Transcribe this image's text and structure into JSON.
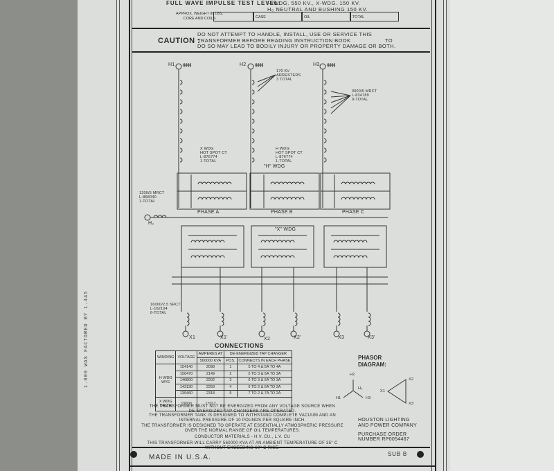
{
  "header": {
    "impulse_label": "FULL WAVE IMPULSE TEST LEVEL:",
    "impulse_value_1": "H-WDG. 550 KV., X-WDG. 150 KV.",
    "impulse_value_2": "H₀ NEUTRAL AND BUSHING 150 KV.",
    "weight_label": "APPROX. WEIGHT IN LBS.\nCORE AND COILS",
    "case_label": "CASE",
    "oil_label": "OIL",
    "total_label": "TOTAL"
  },
  "caution": {
    "title": "CAUTION :",
    "line1": "DO NOT ATTEMPT TO HANDLE, INSTALL, USE OR SERVICE THIS",
    "line2": "TRANSFORMER BEFORE READING INSTRUCTION BOOK                    TO",
    "line3": "DO SO MAY LEAD TO BODILY INJURY OR PROPERTY DAMAGE OR BOTH."
  },
  "diagram": {
    "h1": "H1",
    "h2": "H2",
    "h3": "H3",
    "h0": "H₀",
    "arresters": "170 KV\nARRESTERS\n3 TOTAL",
    "hv_ct": "3000/5 MRCT\nL-834789\n9-TOTAL",
    "x_wdg_ct": "X WDG\nHOT SPOT CT\nL-876774\n1-TOTAL",
    "h_wdg_ct": "H WDG\nHOT SPOT CT\nL-876774\n1-TOTAL",
    "h_wdg": "\"H\" WDG",
    "neutral_ct": "1200/5 MRCT\nL-868040\n1-TOTAL",
    "phase_a": "PHASE  A",
    "phase_b": "PHASE  B",
    "phase_c": "PHASE  C",
    "x_wdg": "\"X\" WDG",
    "lv_ct": "16000/2.5 SRCT\nL-162104\n6-TOTAL",
    "x1": "X1",
    "x1p": "X1'",
    "x2": "X2",
    "x2p": "X2'",
    "x3": "X3",
    "x3p": "X3'"
  },
  "connections": {
    "title": "CONNECTIONS",
    "head_winding": "WINDING",
    "head_voltage": "VOLTAGE",
    "head_amperes": "AMPERES AT",
    "head_kva": "560000 KVA",
    "head_tap": "DE-ENERGIZED TAP CHANGER",
    "head_pos": "POS.",
    "head_connects": "CONNECTS IN EACH PHASE",
    "hv_name_1": "H WDG",
    "hv_name_2": "WYE",
    "rows": [
      {
        "voltage": "154140",
        "amperes": "2098",
        "pos": "1",
        "connects": "5 TO 4 & 5A TO 4A"
      },
      {
        "voltage": "150470",
        "amperes": "2149",
        "pos": "2",
        "connects": "5 TO 3 & 5A TO 3A"
      },
      {
        "voltage": "146800",
        "amperes": "2202",
        "pos": "3",
        "connects": "6 TO 3 & 6A TO 3A"
      },
      {
        "voltage": "143130",
        "amperes": "2259",
        "pos": "4",
        "connects": "6 TO 2 & 6A TO 2A"
      },
      {
        "voltage": "139460",
        "amperes": "2318",
        "pos": "5",
        "connects": "7 TO 2 & 7A TO 2A"
      }
    ],
    "lv_name_1": "X WDG",
    "lv_name_2": "DELTA",
    "lv_voltage": "19000",
    "lv_amperes": "17017"
  },
  "notes": {
    "n1a": "THE TRANSFORMER MUST NOT BE ENERGIZED FROM ANY VOLTAGE SOURCE WHEN",
    "n1b": "DE-ENERGIZED TAP CHANGERS ARE OPERATED.",
    "n2a": "THE TRANSFORMER TANK IS DESIGNED TO WITHSTAND COMPLETE VACUUM AND AN",
    "n2b": "INTERNAL PRESSURE OF 10 POUNDS PER SQUARE INCH.",
    "n3a": "THE TRANSFORMER IS DESIGNED TO OPERATE AT ESSENTIALLY ATMOSPHERIC PRESSURE",
    "n3b": "OVER THE NORMAL RANGE OF OIL TEMPERATURES.",
    "n4": "CONDUCTOR MATERIALS - H.V. CU., L.V. CU",
    "n5a": "THIS TRANSFORMER WILL CARRY 560000 KVA AT AN AMBIENT TEMPERATURE OF 35° C",
    "n5b": "WITHOUT EXCEEDING 60° C RISE."
  },
  "phasor": {
    "title_1": "PHASOR",
    "title_2": "DIAGRAM:",
    "h2": "H2",
    "h0": "H₀",
    "h1": "H1",
    "h3": "H3",
    "x1": "X1",
    "x2": "X2",
    "x3": "X3"
  },
  "company": {
    "name_1": "HOUSTON LIGHTING",
    "name_2": "AND POWER COMPANY",
    "po_1": "PURCHASE ORDER",
    "po_2": "NUMBER RP0054467"
  },
  "footer": {
    "made_in": "MADE IN U.S.A.",
    "sub": "SUB B",
    "margin_print": "1.000 WAS FACTORED BY 1.445"
  }
}
